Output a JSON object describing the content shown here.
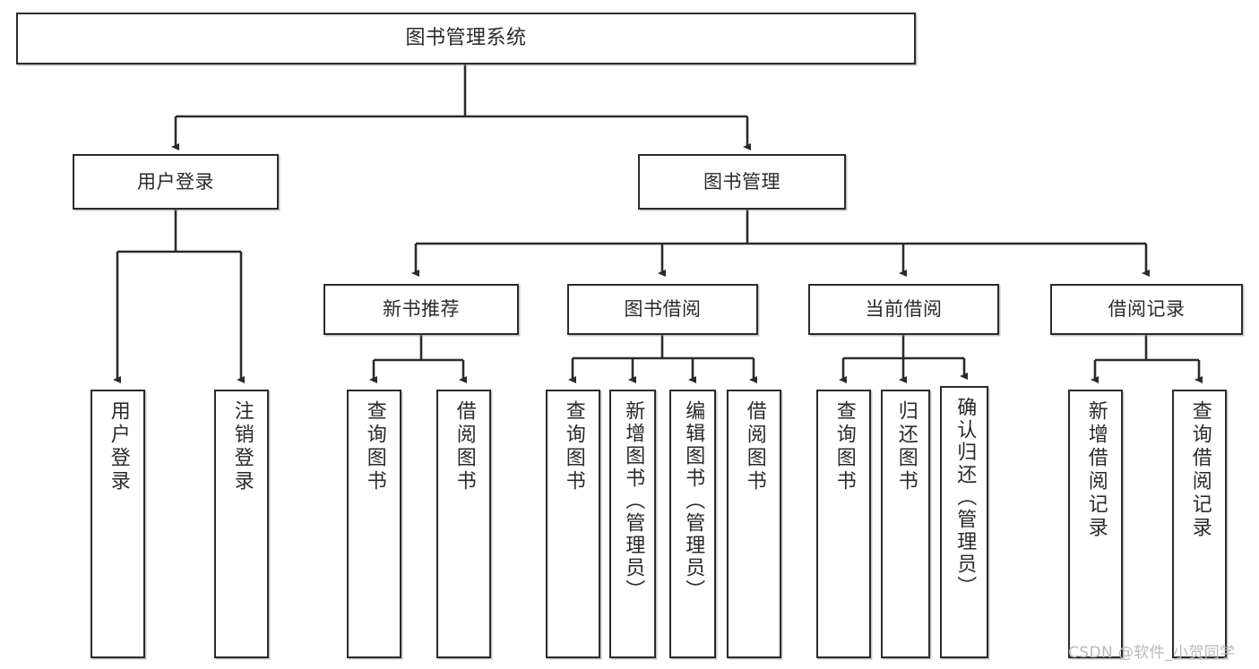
{
  "diagram": {
    "title": "图书管理系统",
    "type": "hierarchy-tree",
    "watermark": "CSDN @软件_小贺同学",
    "colors": {
      "box_border": "#2b2b2b",
      "box_fill": "#ffffff",
      "edge": "#2b2b2b",
      "text": "#2a2a2a",
      "watermark": "#b9b9b9",
      "background": "#ffffff"
    }
  },
  "nodes": {
    "root": {
      "label": "图书管理系统",
      "level": 0
    },
    "level1": [
      {
        "id": "user-login",
        "label": "用户登录"
      },
      {
        "id": "book-manage",
        "label": "图书管理"
      }
    ],
    "level2": [
      {
        "id": "new-book-recommend",
        "label": "新书推荐"
      },
      {
        "id": "book-borrow",
        "label": "图书借阅"
      },
      {
        "id": "current-borrow",
        "label": "当前借阅"
      },
      {
        "id": "borrow-record",
        "label": "借阅记录"
      }
    ],
    "leaves": {
      "user-login": [
        {
          "id": "leaf-user-login",
          "label": "用户登录"
        },
        {
          "id": "leaf-logout",
          "label": "注销登录"
        }
      ],
      "new-book-recommend": [
        {
          "id": "leaf-query-book-1",
          "label": "查询图书"
        },
        {
          "id": "leaf-borrow-book-1",
          "label": "借阅图书"
        }
      ],
      "book-borrow": [
        {
          "id": "leaf-query-book-2",
          "label": "查询图书"
        },
        {
          "id": "leaf-add-book",
          "label": "新增图书（管理员）"
        },
        {
          "id": "leaf-edit-book",
          "label": "编辑图书（管理员）"
        },
        {
          "id": "leaf-borrow-book-2",
          "label": "借阅图书"
        }
      ],
      "current-borrow": [
        {
          "id": "leaf-query-book-3",
          "label": "查询图书"
        },
        {
          "id": "leaf-return-book",
          "label": "归还图书"
        },
        {
          "id": "leaf-confirm-return",
          "label": "确认归还（管理员）"
        }
      ],
      "borrow-record": [
        {
          "id": "leaf-add-record",
          "label": "新增借阅记录"
        },
        {
          "id": "leaf-query-record",
          "label": "查询借阅记录"
        }
      ]
    }
  }
}
